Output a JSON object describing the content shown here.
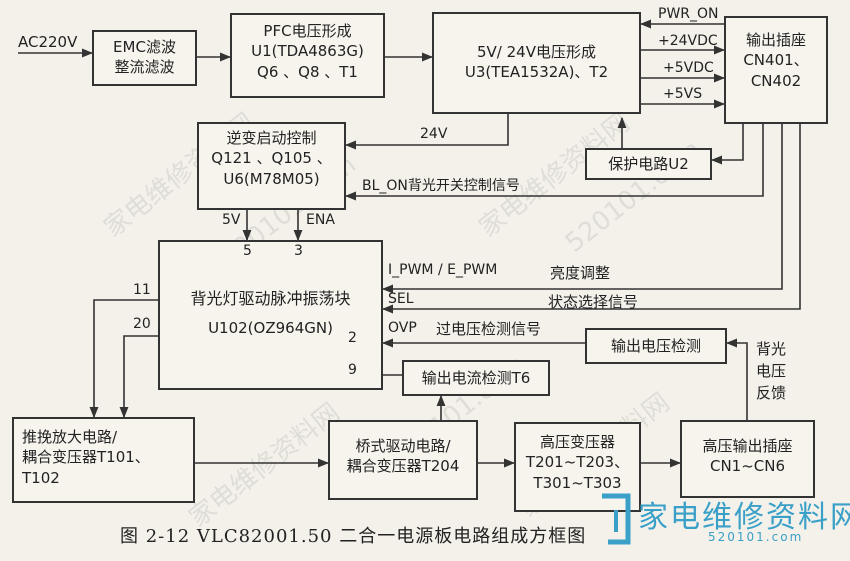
{
  "blocks": {
    "emc": [
      "EMC滤波",
      "整流滤波"
    ],
    "pfc": [
      "PFC电压形成",
      "U1(TDA4863G)",
      "Q6 、Q8 、T1"
    ],
    "vgen": [
      "5V/ 24V电压形成",
      "U3(TEA1532A)、T2"
    ],
    "output_socket": [
      "输出插座",
      "CN401、",
      "CN402"
    ],
    "inverter_start": [
      "逆变启动控制",
      "Q121 、Q105 、",
      "U6(M78M05)"
    ],
    "protection": [
      "保护电路U2"
    ],
    "backlight_driver": [
      "背光灯驱动脉冲振荡块",
      "U102(OZ964GN)"
    ],
    "current_detect": [
      "输出电流检测T6"
    ],
    "voltage_detect": [
      "输出电压检测"
    ],
    "push_pull": [
      "推挽放大电路/",
      "耦合变压器T101、",
      "T102"
    ],
    "bridge": [
      "桥式驱动电路/",
      "耦合变压器T204"
    ],
    "hv_transformer": [
      "高压变压器",
      "T201~T203、",
      "T301~T303"
    ],
    "hv_socket": [
      "高压输出插座",
      "CN1~CN6"
    ]
  },
  "labels": {
    "ac_input": "AC220V",
    "pwr_on": "PWR_ON",
    "v24vdc": "+24VDC",
    "v5vdc": "+5VDC",
    "v5vs": "+5VS",
    "v24v": "24V",
    "bl_on": "BL_ON背光开关控制信号",
    "v5v": "5V",
    "ena": "ENA",
    "pin5": "5",
    "pin3": "3",
    "pin11": "11",
    "pin20": "20",
    "pin2": "2",
    "pin9": "9",
    "i_pwm": "I_PWM / E_PWM",
    "brightness": "亮度调整",
    "sel": "SEL",
    "state_select": "状态选择信号",
    "ovp": "OVP",
    "ovp_desc": "过电压检测信号",
    "feedback": [
      "背光",
      "电压",
      "反馈"
    ]
  },
  "caption": "图 2-12 VLC82001.50 二合一电源板电路组成方框图",
  "watermark": [
    "家电维修资料网",
    "520101.com"
  ],
  "logo": {
    "text": "家电维修资料网",
    "url": "520101.com",
    "color": "#3aa0c8"
  }
}
